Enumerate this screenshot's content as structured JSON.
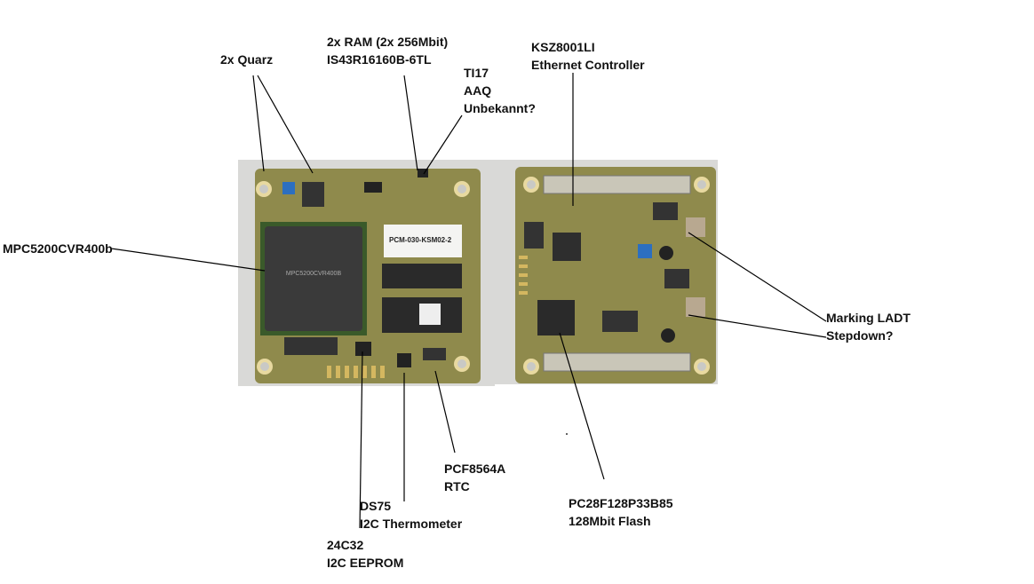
{
  "labels": {
    "quarz": [
      "2x Quarz"
    ],
    "ram": [
      "2x RAM (2x 256Mbit)",
      "IS43R16160B-6TL"
    ],
    "ti17": [
      "TI17",
      "AAQ",
      "Unbekannt?"
    ],
    "ksz": [
      "KSZ8001LI",
      "Ethernet Controller"
    ],
    "mpc": [
      "MPC5200CVR400b"
    ],
    "marking": [
      "Marking LADT",
      "Stepdown?"
    ],
    "pcf": [
      "PCF8564A",
      "RTC"
    ],
    "ds75": [
      "DS75",
      "I2C Thermometer"
    ],
    "eeprom": [
      "24C32",
      "I2C EEPROM"
    ],
    "flash": [
      "PC28F128P33B85",
      "128Mbit Flash"
    ]
  },
  "sticker_text": "PCM-030-KSM02-2",
  "colors": {
    "board": "#8f8a4c",
    "photo_bg": "#d9d9d7",
    "chip": "#2e2e2e",
    "leader": "#000000"
  }
}
